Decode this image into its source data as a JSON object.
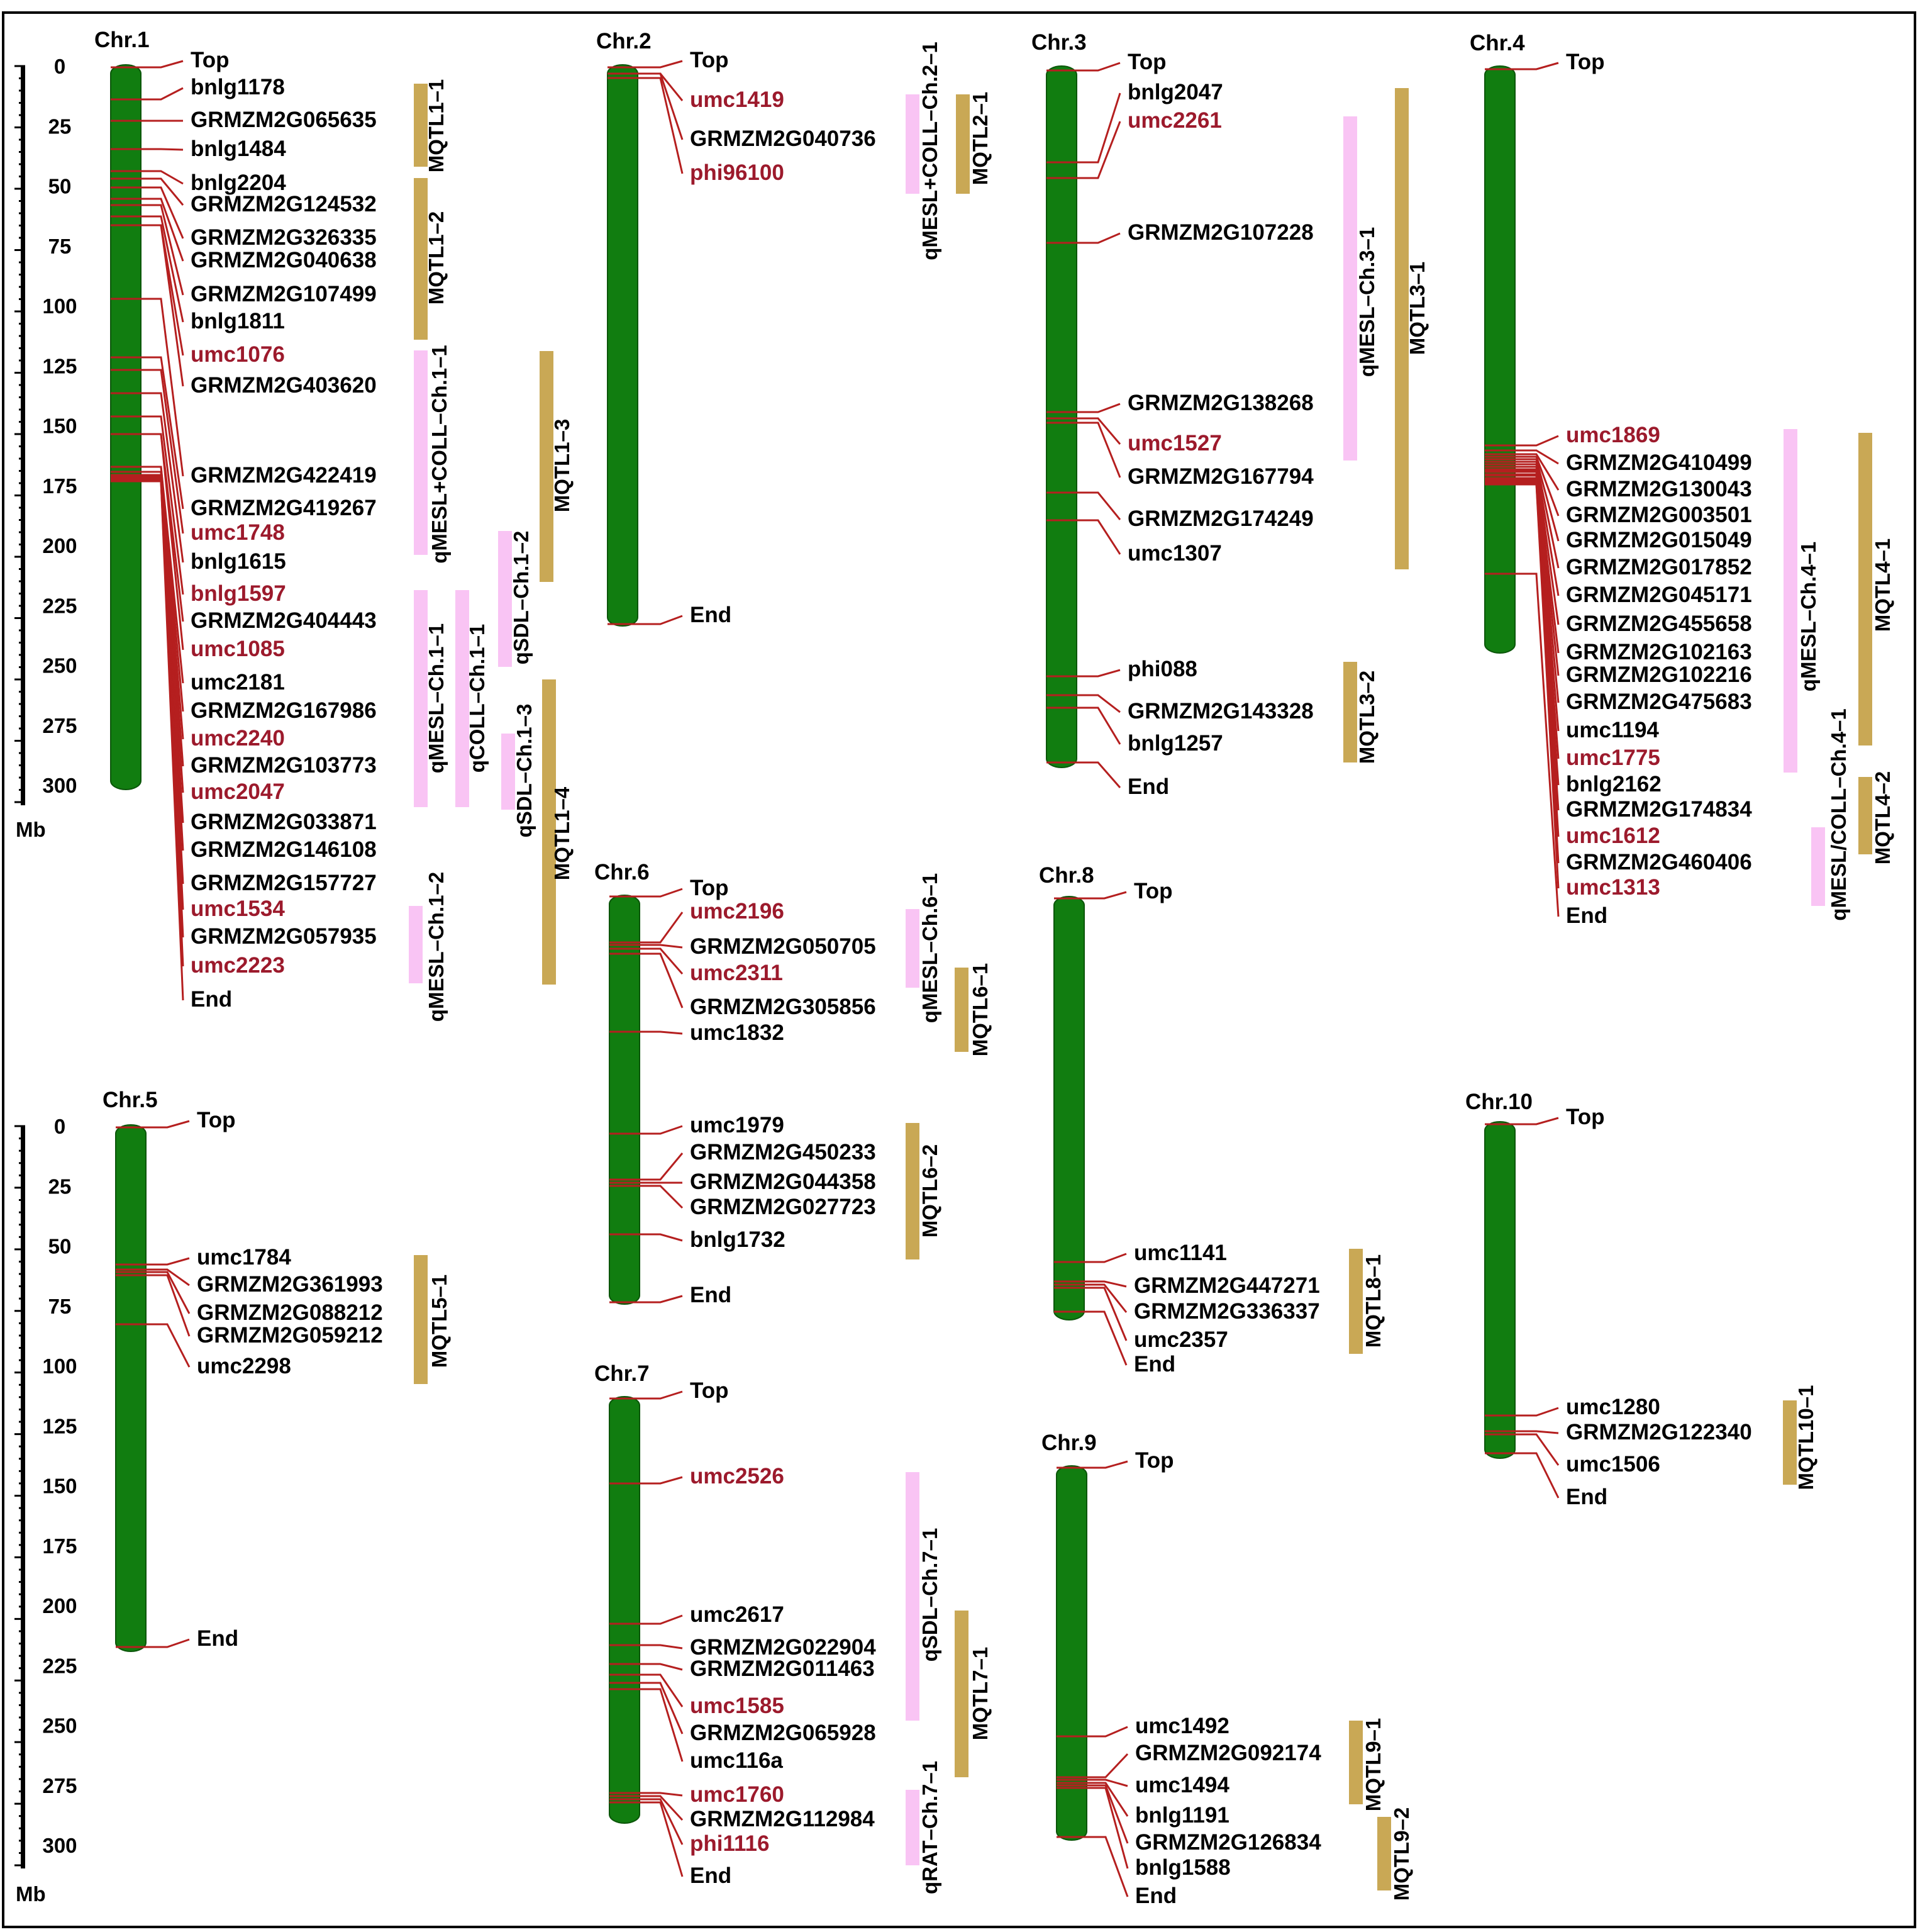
{
  "colors": {
    "chromosome": "#117d10",
    "chromosome_edge": "#0b560a",
    "marker_line": "#b51f1f",
    "highlight_text": "#9c1a2c",
    "normal_text": "#000000",
    "mqtl_bar": "#c9a855",
    "qtl_bar": "#f9c4f4",
    "frame": "#000000"
  },
  "scale": {
    "unit": "Mb",
    "ticks": [
      "0",
      "25",
      "50",
      "75",
      "100",
      "125",
      "150",
      "175",
      "200",
      "225",
      "250",
      "275",
      "300"
    ]
  },
  "chromosomes": [
    {
      "name": "Chr.1",
      "markers": [
        {
          "label": "Top",
          "hl": false
        },
        {
          "label": "bnlg1178",
          "hl": false
        },
        {
          "label": "GRMZM2G065635",
          "hl": false
        },
        {
          "label": "bnlg1484",
          "hl": false
        },
        {
          "label": "bnlg2204",
          "hl": false
        },
        {
          "label": "GRMZM2G124532",
          "hl": false
        },
        {
          "label": "GRMZM2G326335",
          "hl": false
        },
        {
          "label": "GRMZM2G040638",
          "hl": false
        },
        {
          "label": "GRMZM2G107499",
          "hl": false
        },
        {
          "label": "bnlg1811",
          "hl": false
        },
        {
          "label": "umc1076",
          "hl": true
        },
        {
          "label": "GRMZM2G403620",
          "hl": false
        },
        {
          "label": "GRMZM2G422419",
          "hl": false
        },
        {
          "label": "GRMZM2G419267",
          "hl": false
        },
        {
          "label": "umc1748",
          "hl": true
        },
        {
          "label": "bnlg1615",
          "hl": false
        },
        {
          "label": "bnlg1597",
          "hl": true
        },
        {
          "label": "GRMZM2G404443",
          "hl": false
        },
        {
          "label": "umc1085",
          "hl": true
        },
        {
          "label": "umc2181",
          "hl": false
        },
        {
          "label": "GRMZM2G167986",
          "hl": false
        },
        {
          "label": "umc2240",
          "hl": true
        },
        {
          "label": "GRMZM2G103773",
          "hl": false
        },
        {
          "label": "umc2047",
          "hl": true
        },
        {
          "label": "GRMZM2G033871",
          "hl": false
        },
        {
          "label": "GRMZM2G146108",
          "hl": false
        },
        {
          "label": "GRMZM2G157727",
          "hl": false
        },
        {
          "label": "umc1534",
          "hl": true
        },
        {
          "label": "GRMZM2G057935",
          "hl": false
        },
        {
          "label": "umc2223",
          "hl": true
        },
        {
          "label": "End",
          "hl": false
        }
      ],
      "bars": [
        {
          "label": "MQTL1–1",
          "kind": "mqtl"
        },
        {
          "label": "MQTL1–2",
          "kind": "mqtl"
        },
        {
          "label": "qMESL+COLL–Ch.1–1",
          "kind": "qtl"
        },
        {
          "label": "MQTL1–3",
          "kind": "mqtl"
        },
        {
          "label": "qSDL–Ch.1–2",
          "kind": "qtl"
        },
        {
          "label": "qMESL–Ch.1–1",
          "kind": "qtl"
        },
        {
          "label": "qCOLL–Ch.1–1",
          "kind": "qtl"
        },
        {
          "label": "qSDL–Ch.1–3",
          "kind": "qtl"
        },
        {
          "label": "MQTL1–4",
          "kind": "mqtl"
        },
        {
          "label": "qMESL–Ch.1–2",
          "kind": "qtl"
        }
      ]
    },
    {
      "name": "Chr.2",
      "markers": [
        {
          "label": "Top",
          "hl": false
        },
        {
          "label": "umc1419",
          "hl": true
        },
        {
          "label": "GRMZM2G040736",
          "hl": false
        },
        {
          "label": "phi96100",
          "hl": true
        },
        {
          "label": "End",
          "hl": false
        }
      ],
      "bars": [
        {
          "label": "qMESL+COLL–Ch.2–1",
          "kind": "qtl"
        },
        {
          "label": "MQTL2–1",
          "kind": "mqtl"
        }
      ]
    },
    {
      "name": "Chr.3",
      "markers": [
        {
          "label": "Top",
          "hl": false
        },
        {
          "label": "bnlg2047",
          "hl": false
        },
        {
          "label": "umc2261",
          "hl": true
        },
        {
          "label": "GRMZM2G107228",
          "hl": false
        },
        {
          "label": "GRMZM2G138268",
          "hl": false
        },
        {
          "label": "umc1527",
          "hl": true
        },
        {
          "label": "GRMZM2G167794",
          "hl": false
        },
        {
          "label": "GRMZM2G174249",
          "hl": false
        },
        {
          "label": "umc1307",
          "hl": false
        },
        {
          "label": "phi088",
          "hl": false
        },
        {
          "label": "GRMZM2G143328",
          "hl": false
        },
        {
          "label": "bnlg1257",
          "hl": false
        },
        {
          "label": "End",
          "hl": false
        }
      ],
      "bars": [
        {
          "label": "qMESL–Ch.3–1",
          "kind": "qtl"
        },
        {
          "label": "MQTL3–1",
          "kind": "mqtl"
        },
        {
          "label": "MQTL3–2",
          "kind": "mqtl"
        }
      ]
    },
    {
      "name": "Chr.4",
      "markers": [
        {
          "label": "Top",
          "hl": false
        },
        {
          "label": "umc1869",
          "hl": true
        },
        {
          "label": "GRMZM2G410499",
          "hl": false
        },
        {
          "label": "GRMZM2G130043",
          "hl": false
        },
        {
          "label": "GRMZM2G003501",
          "hl": false
        },
        {
          "label": "GRMZM2G015049",
          "hl": false
        },
        {
          "label": "GRMZM2G017852",
          "hl": false
        },
        {
          "label": "GRMZM2G045171",
          "hl": false
        },
        {
          "label": "GRMZM2G455658",
          "hl": false
        },
        {
          "label": "GRMZM2G102163",
          "hl": false
        },
        {
          "label": "GRMZM2G102216",
          "hl": false
        },
        {
          "label": "GRMZM2G475683",
          "hl": false
        },
        {
          "label": "umc1194",
          "hl": false
        },
        {
          "label": "umc1775",
          "hl": true
        },
        {
          "label": "bnlg2162",
          "hl": false
        },
        {
          "label": "GRMZM2G174834",
          "hl": false
        },
        {
          "label": "umc1612",
          "hl": true
        },
        {
          "label": "GRMZM2G460406",
          "hl": false
        },
        {
          "label": "umc1313",
          "hl": true
        },
        {
          "label": "End",
          "hl": false
        }
      ],
      "bars": [
        {
          "label": "qMESL–Ch.4–1",
          "kind": "qtl"
        },
        {
          "label": "MQTL4–1",
          "kind": "mqtl"
        },
        {
          "label": "qMESL/COLL–Ch.4–1",
          "kind": "qtl"
        },
        {
          "label": "MQTL4–2",
          "kind": "mqtl"
        }
      ]
    },
    {
      "name": "Chr.5",
      "markers": [
        {
          "label": "Top",
          "hl": false
        },
        {
          "label": "umc1784",
          "hl": false
        },
        {
          "label": "GRMZM2G361993",
          "hl": false
        },
        {
          "label": "GRMZM2G088212",
          "hl": false
        },
        {
          "label": "GRMZM2G059212",
          "hl": false
        },
        {
          "label": "umc2298",
          "hl": false
        },
        {
          "label": "End",
          "hl": false
        }
      ],
      "bars": [
        {
          "label": "MQTL5–1",
          "kind": "mqtl"
        }
      ]
    },
    {
      "name": "Chr.6",
      "markers": [
        {
          "label": "Top",
          "hl": false
        },
        {
          "label": "umc2196",
          "hl": true
        },
        {
          "label": "GRMZM2G050705",
          "hl": false
        },
        {
          "label": "umc2311",
          "hl": true
        },
        {
          "label": "GRMZM2G305856",
          "hl": false
        },
        {
          "label": "umc1832",
          "hl": false
        },
        {
          "label": "umc1979",
          "hl": false
        },
        {
          "label": "GRMZM2G450233",
          "hl": false
        },
        {
          "label": "GRMZM2G044358",
          "hl": false
        },
        {
          "label": "GRMZM2G027723",
          "hl": false
        },
        {
          "label": "bnlg1732",
          "hl": false
        },
        {
          "label": "End",
          "hl": false
        }
      ],
      "bars": [
        {
          "label": "qMESL–Ch.6–1",
          "kind": "qtl"
        },
        {
          "label": "MQTL6–1",
          "kind": "mqtl"
        },
        {
          "label": "MQTL6–2",
          "kind": "mqtl"
        }
      ]
    },
    {
      "name": "Chr.7",
      "markers": [
        {
          "label": "Top",
          "hl": false
        },
        {
          "label": "umc2526",
          "hl": true
        },
        {
          "label": "umc2617",
          "hl": false
        },
        {
          "label": "GRMZM2G022904",
          "hl": false
        },
        {
          "label": "GRMZM2G011463",
          "hl": false
        },
        {
          "label": "umc1585",
          "hl": true
        },
        {
          "label": "GRMZM2G065928",
          "hl": false
        },
        {
          "label": "umc116a",
          "hl": false
        },
        {
          "label": "umc1760",
          "hl": true
        },
        {
          "label": "GRMZM2G112984",
          "hl": false
        },
        {
          "label": "phi1116",
          "hl": true
        },
        {
          "label": "End",
          "hl": false
        }
      ],
      "bars": [
        {
          "label": "qSDL–Ch.7–1",
          "kind": "qtl"
        },
        {
          "label": "MQTL7–1",
          "kind": "mqtl"
        },
        {
          "label": "qRAT–Ch.7–1",
          "kind": "qtl"
        }
      ]
    },
    {
      "name": "Chr.8",
      "markers": [
        {
          "label": "Top",
          "hl": false
        },
        {
          "label": "umc1141",
          "hl": false
        },
        {
          "label": "GRMZM2G447271",
          "hl": false
        },
        {
          "label": "GRMZM2G336337",
          "hl": false
        },
        {
          "label": "umc2357",
          "hl": false
        },
        {
          "label": "End",
          "hl": false
        }
      ],
      "bars": [
        {
          "label": "MQTL8–1",
          "kind": "mqtl"
        }
      ]
    },
    {
      "name": "Chr.9",
      "markers": [
        {
          "label": "Top",
          "hl": false
        },
        {
          "label": "umc1492",
          "hl": false
        },
        {
          "label": "GRMZM2G092174",
          "hl": false
        },
        {
          "label": "umc1494",
          "hl": false
        },
        {
          "label": "bnlg1191",
          "hl": false
        },
        {
          "label": "GRMZM2G126834",
          "hl": false
        },
        {
          "label": "bnlg1588",
          "hl": false
        },
        {
          "label": "End",
          "hl": false
        }
      ],
      "bars": [
        {
          "label": "MQTL9–1",
          "kind": "mqtl"
        },
        {
          "label": "MQTL9–2",
          "kind": "mqtl"
        }
      ]
    },
    {
      "name": "Chr.10",
      "markers": [
        {
          "label": "Top",
          "hl": false
        },
        {
          "label": "umc1280",
          "hl": false
        },
        {
          "label": "GRMZM2G122340",
          "hl": false
        },
        {
          "label": "umc1506",
          "hl": false
        },
        {
          "label": "End",
          "hl": false
        }
      ],
      "bars": [
        {
          "label": "MQTL10–1",
          "kind": "mqtl"
        }
      ]
    }
  ]
}
